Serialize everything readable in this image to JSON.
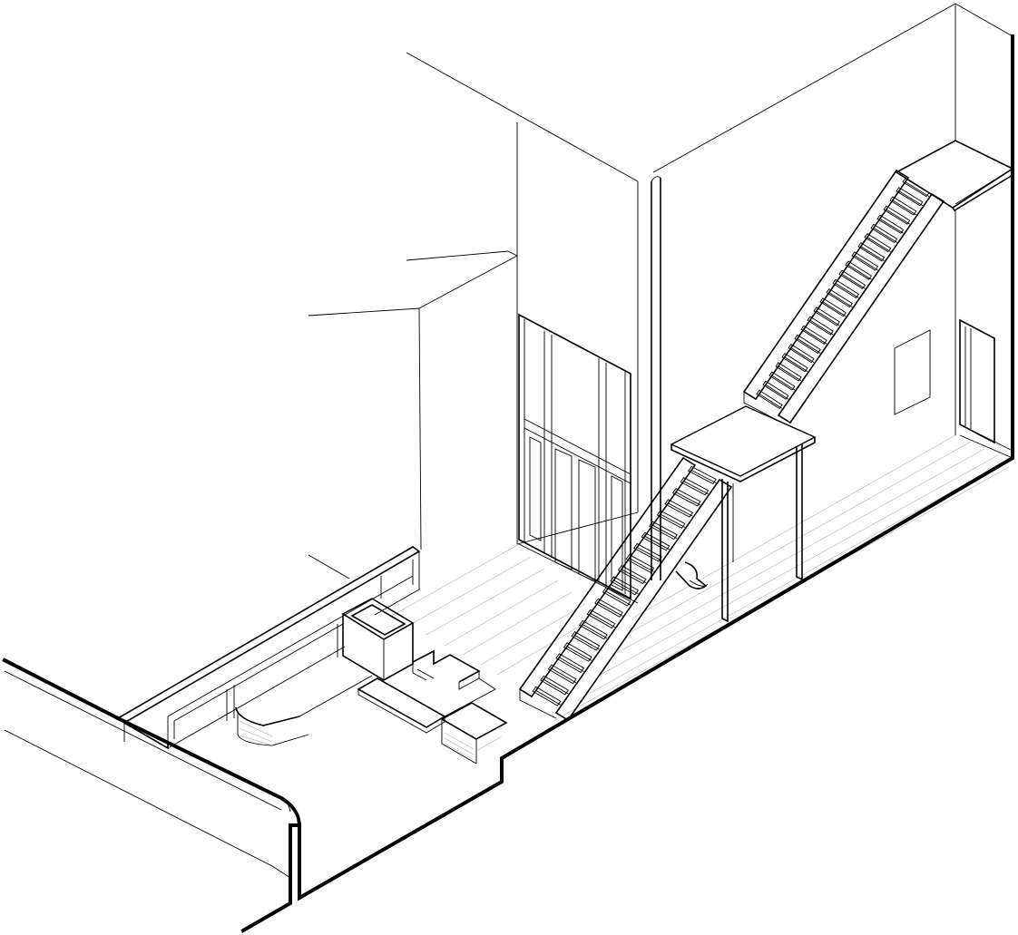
{
  "colors": {
    "ink": "#000000",
    "faint": "#9a9a9a",
    "paper": "#ffffff"
  },
  "stairs": [
    {
      "name": "lower-stair",
      "treads": 21
    },
    {
      "name": "upper-stair",
      "treads": 24
    }
  ]
}
